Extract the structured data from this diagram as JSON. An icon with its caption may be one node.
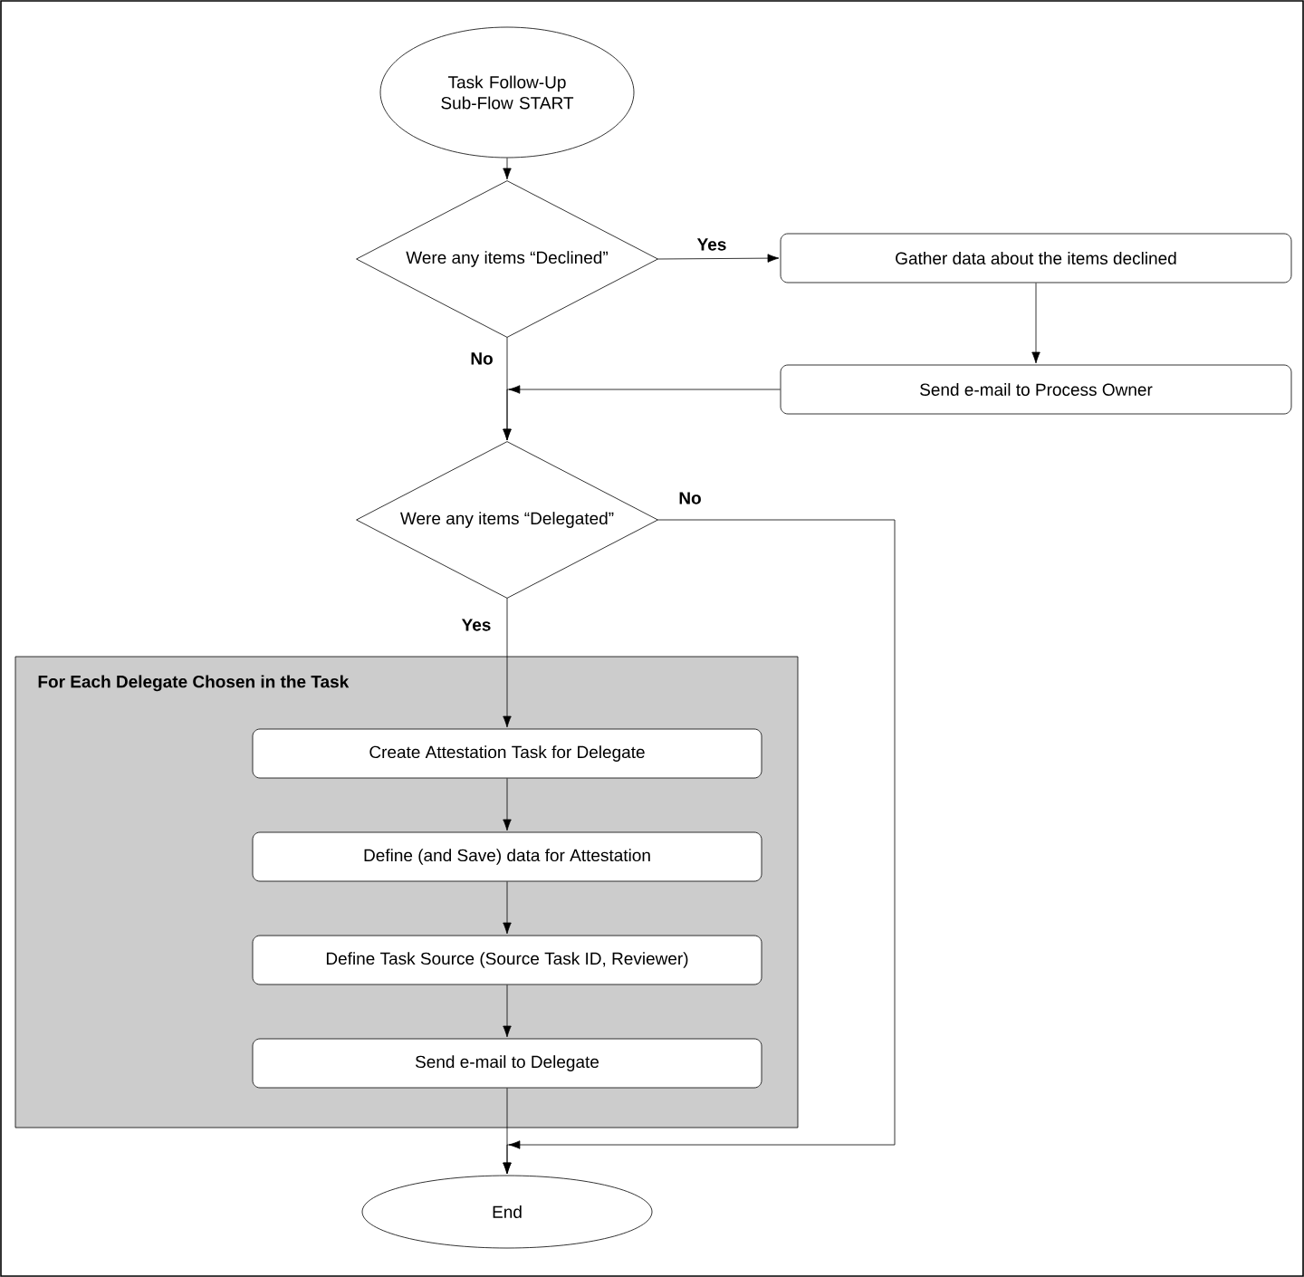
{
  "diagram": {
    "nodes": [
      {
        "text": [
          "Task Follow-Up Sub-Flow START"
        ]
      },
      {
        "text": [
          "Were any items “Declined”"
        ]
      },
      {
        "text": [
          "Gather data about the items declined"
        ]
      },
      {
        "text": [
          "Send e-mail to Process Owner"
        ]
      },
      {
        "text": [
          "Were any items “Delegated”"
        ]
      },
      {
        "text": [
          "For Each Delegate Chosen in the Task"
        ]
      },
      {
        "text": [
          "Create Attestation Task for Delegate"
        ],
        "in": 5
      },
      {
        "text": [
          "Define (and Save) data for Attestation"
        ],
        "in": 5
      },
      {
        "text": [
          "Define Task Source (Source Task ID, Reviewer)"
        ],
        "in": 5
      },
      {
        "text": [
          "Send e-mail to Delegate"
        ],
        "in": 5
      },
      {
        "text": [
          "End"
        ]
      }
    ],
    "edges": [
      {
        "from": 0,
        "to": 1,
        "arrow": "to"
      },
      {
        "from": 1,
        "to": 2,
        "arrow": "to",
        "label": "Yes"
      },
      {
        "from": 2,
        "to": 3,
        "arrow": "to"
      },
      {
        "from": 1,
        "to": 4,
        "arrow": "to",
        "label": "No"
      },
      {
        "from": 3,
        "to": 4,
        "arrow": "to"
      },
      {
        "from": 4,
        "to": 6,
        "arrow": "to",
        "label": "Yes"
      },
      {
        "from": 4,
        "to": 10,
        "arrow": "to",
        "label": "No"
      },
      {
        "from": 6,
        "to": 7,
        "arrow": "to"
      },
      {
        "from": 7,
        "to": 8,
        "arrow": "to"
      },
      {
        "from": 8,
        "to": 9,
        "arrow": "to"
      },
      {
        "from": 9,
        "to": 10,
        "arrow": "to"
      }
    ]
  }
}
